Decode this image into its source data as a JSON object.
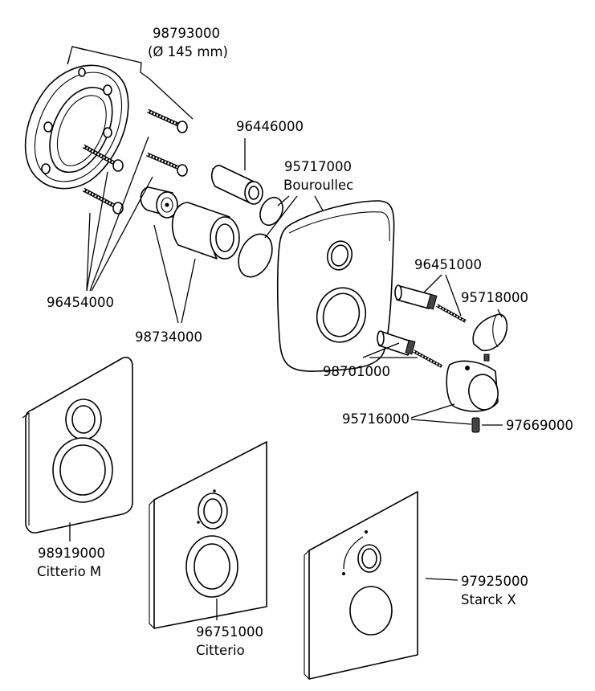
{
  "parts": [
    {
      "id": "ring",
      "number": "98793000",
      "note": "(Ø 145 mm)"
    },
    {
      "id": "screws",
      "number": "96454000"
    },
    {
      "id": "sleeve",
      "number": "96446000"
    },
    {
      "id": "trim-bouroullec",
      "number": "95717000",
      "variant": "Bouroullec"
    },
    {
      "id": "extension",
      "number": "98734000"
    },
    {
      "id": "spindle-extension",
      "number": "96451000"
    },
    {
      "id": "lever-handle",
      "number": "95718000"
    },
    {
      "id": "spindle-extension-2",
      "number": "98701000"
    },
    {
      "id": "knob",
      "number": "95716000"
    },
    {
      "id": "set-screw",
      "number": "97669000"
    },
    {
      "id": "trim-citterio-m",
      "number": "98919000",
      "variant": "Citterio M"
    },
    {
      "id": "trim-citterio",
      "number": "96751000",
      "variant": "Citterio"
    },
    {
      "id": "trim-starck-x",
      "number": "97925000",
      "variant": "Starck X"
    }
  ]
}
